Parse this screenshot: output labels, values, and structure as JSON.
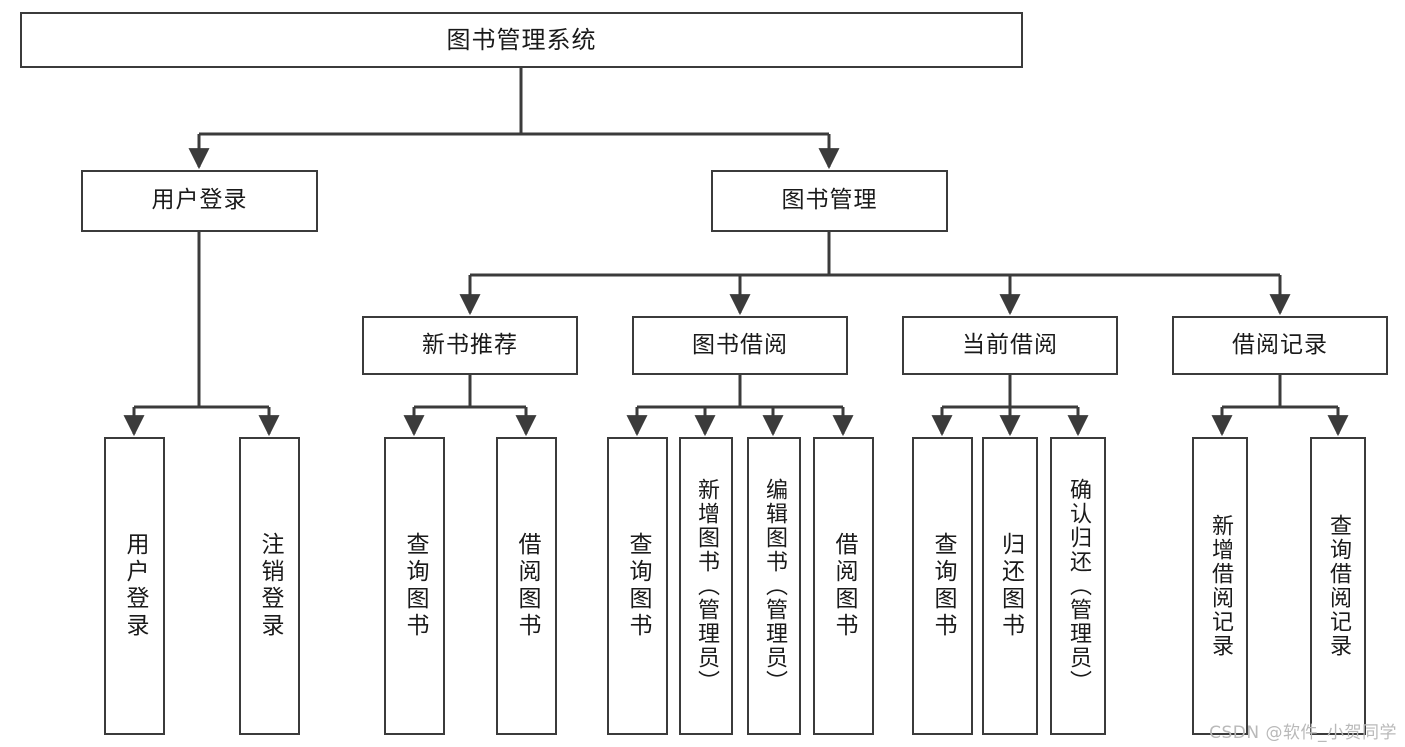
{
  "diagram": {
    "title": "图书管理系统",
    "type": "tree",
    "watermark": "CSDN @软件_小贺同学",
    "colors": {
      "box_border": "#3b3b3b",
      "box_fill": "#ffffff",
      "edge": "#3b3b3b",
      "text": "#1a1a1a",
      "watermark": "#b9b9b9"
    },
    "nodes": {
      "root": {
        "label": "图书管理系统"
      },
      "level1": [
        {
          "id": "user-login",
          "label": "用户登录"
        },
        {
          "id": "book-manage",
          "label": "图书管理"
        }
      ],
      "level2": [
        {
          "id": "new-book-rec",
          "label": "新书推荐"
        },
        {
          "id": "book-borrow",
          "label": "图书借阅"
        },
        {
          "id": "current-borrow",
          "label": "当前借阅"
        },
        {
          "id": "borrow-record",
          "label": "借阅记录"
        }
      ],
      "leaves": {
        "user-login": [
          {
            "id": "leaf-user-login",
            "label": "用户登录"
          },
          {
            "id": "leaf-logout-login",
            "label": "注销登录"
          }
        ],
        "new-book-rec": [
          {
            "id": "leaf-query-book-1",
            "label": "查询图书"
          },
          {
            "id": "leaf-borrow-book-1",
            "label": "借阅图书"
          }
        ],
        "book-borrow": [
          {
            "id": "leaf-query-book-2",
            "label": "查询图书"
          },
          {
            "id": "leaf-add-book",
            "label": "新增图书（管理员）"
          },
          {
            "id": "leaf-edit-book",
            "label": "编辑图书（管理员）"
          },
          {
            "id": "leaf-borrow-book-2",
            "label": "借阅图书"
          }
        ],
        "current-borrow": [
          {
            "id": "leaf-query-book-3",
            "label": "查询图书"
          },
          {
            "id": "leaf-return-book",
            "label": "归还图书"
          },
          {
            "id": "leaf-confirm-return",
            "label": "确认归还（管理员）"
          }
        ],
        "borrow-record": [
          {
            "id": "leaf-add-record",
            "label": "新增借阅记录"
          },
          {
            "id": "leaf-query-record",
            "label": "查询借阅记录"
          }
        ]
      }
    }
  }
}
